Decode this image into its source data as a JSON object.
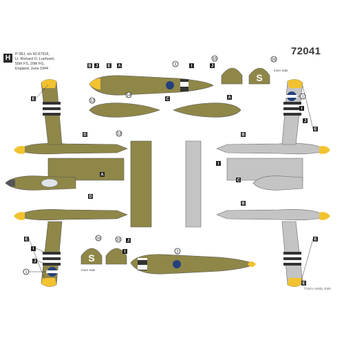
{
  "brand_glyph": "H",
  "aircraft_info": [
    "P-38J, s/n 42-67916,",
    "Lt. Richard O. Loehnert,",
    "55th FS, 20th FG,",
    "England, June 1944"
  ],
  "kit_number": "72041",
  "copyright": "©2021 Hobby 2000",
  "inner_side_label": "Inner Side",
  "fuselage_letter": "S",
  "callouts": {
    "A": "A",
    "B": "B",
    "C": "C",
    "D": "D",
    "E": "E",
    "I": "I",
    "J": "J",
    "one": "1",
    "two": "2",
    "thirteen": "13",
    "fourteen": "14",
    "fifteen": "15",
    "sixteen": "16"
  },
  "colors": {
    "olive_drab": "#8f8748",
    "neutral_gray": "#c4c4c4",
    "nose_yellow": "#f2c230",
    "invasion_black": "#333333",
    "invasion_white": "#f7f7f7",
    "insignia_blue": "#24407c"
  }
}
